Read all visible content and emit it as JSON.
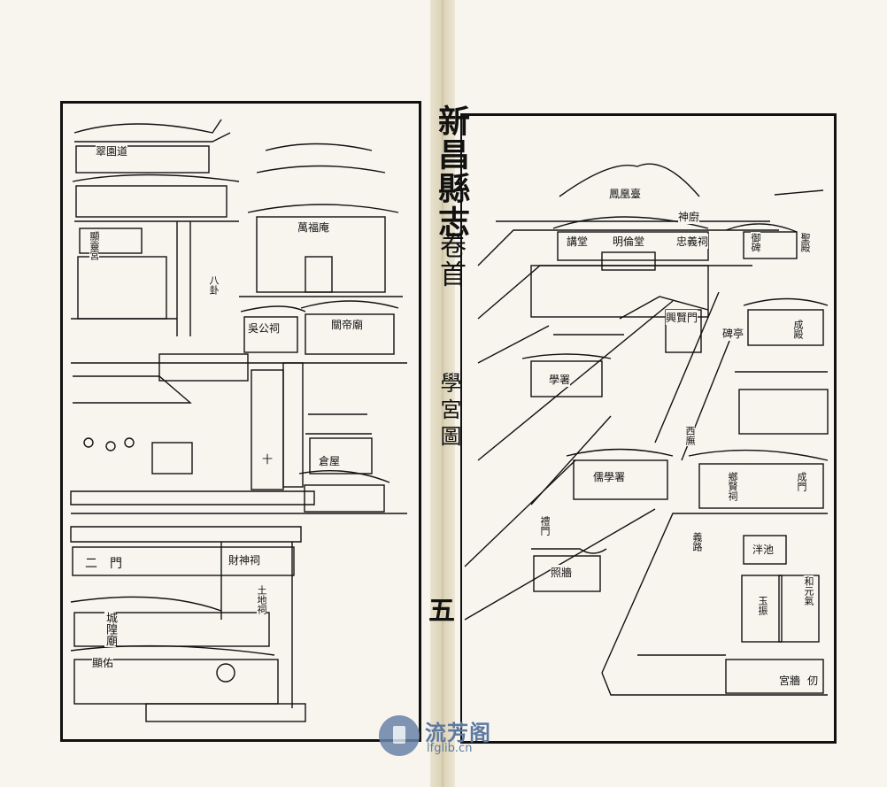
{
  "book": {
    "title": "新昌縣志",
    "volume": "卷首",
    "section": "學宮圖",
    "page_number": "五"
  },
  "left_page_labels": {
    "hall_top": "翠園道",
    "yaowang": "顯靈宮",
    "bayi": "八卦",
    "wanfu_an": "萬福庵",
    "wu_gong_ci": "吳公祠",
    "guandi_miao": "關帝廟",
    "duo": "十",
    "cang_wu": "倉屋",
    "er_men": "二門",
    "caishen_ci": "財神祠",
    "cheng_huang_miao": "城隍廟",
    "xian_you": "顯佑",
    "tudi": "土地祠"
  },
  "right_page_labels": {
    "fenghuang_tai": "鳳凰臺",
    "shen_ci": "神廚",
    "ming_lun_tang": "明倫堂",
    "zhong_yi_ci": "忠義祠",
    "jiang_tang": "講堂",
    "yu_bei": "御碑",
    "sheng_dian": "聖殿",
    "xing_xian_men": "興賢門",
    "bei_ting": "碑亭",
    "xue_shu": "學署",
    "cheng_dian": "成殿",
    "xi_wu": "西廡",
    "ru_xue_shu": "儒學署",
    "xiang_xian_ci": "鄉賢祠",
    "cheng_men": "成門",
    "zhao_qiang": "照牆",
    "yi_lu": "義路",
    "pan_chi": "泮池",
    "li_men": "禮門",
    "he_yuan_qi": "和元氣",
    "yu_zhen": "玉振",
    "gong_qiang": "宮牆",
    "yang": "仞"
  },
  "watermark": {
    "cn": "流芳阁",
    "url": "lfglib.cn"
  }
}
